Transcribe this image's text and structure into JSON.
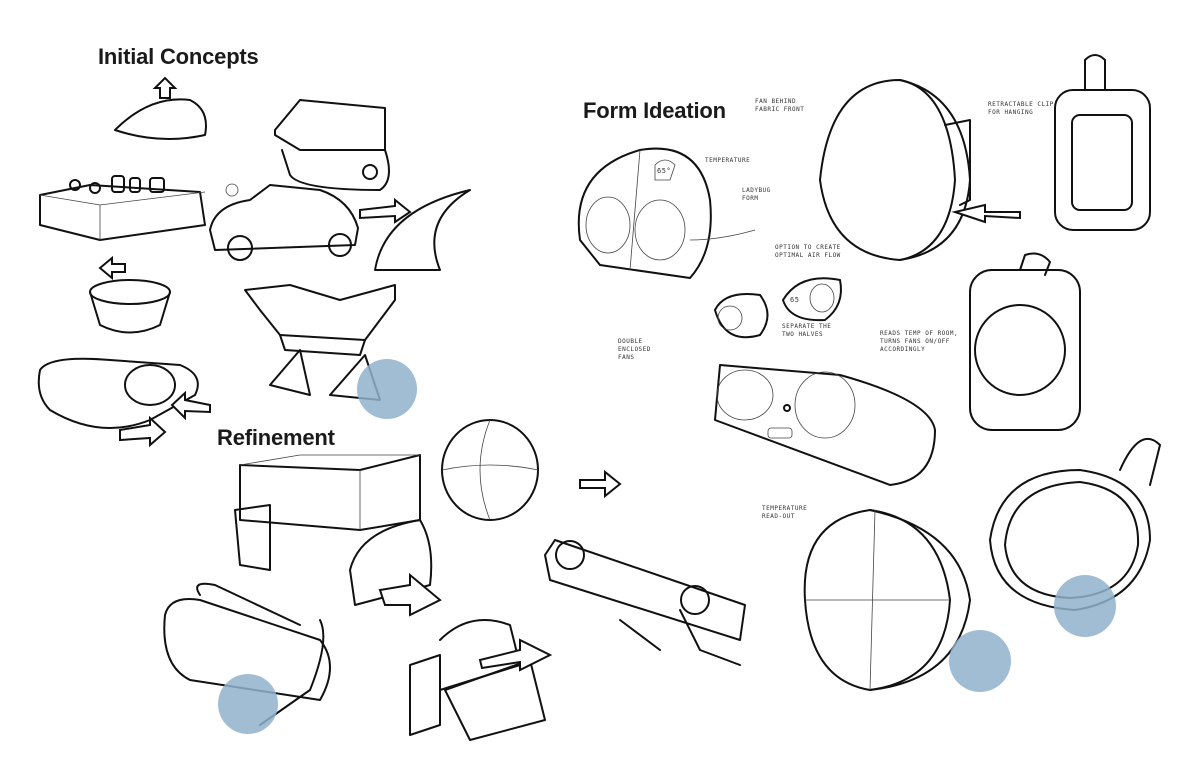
{
  "sections": {
    "initial_concepts": "Initial Concepts",
    "form_ideation": "Form Ideation",
    "refinement": "Refinement"
  },
  "annotations": {
    "temperature": "Temperature",
    "ladybug_form": "Ladybug form",
    "fan_behind_fabric": "Fan behind fabric front",
    "retractable_clip": "Retractable clip for hanging",
    "optimal_air_flow": "Option to create optimal air flow",
    "separate_halves": "Separate the two halves",
    "double_enclosed_fans": "Double enclosed fans",
    "reads_temp": "Reads temp of room, turns fans on/off accordingly",
    "temperature_readout": "Temperature read-out",
    "temp_display_value": "65°",
    "temp_display_value_2": "65"
  },
  "colors": {
    "highlight_dot": "#8fb1cd",
    "ink": "#111111"
  }
}
